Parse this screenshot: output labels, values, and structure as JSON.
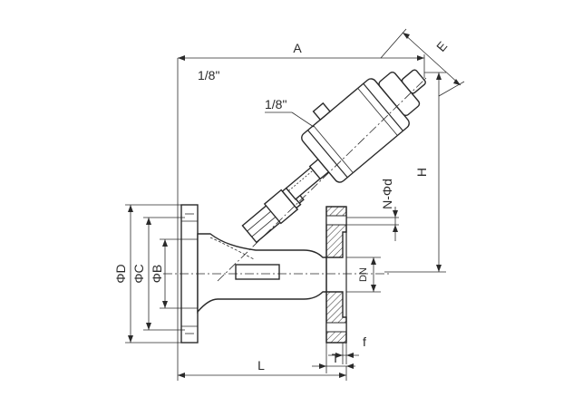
{
  "labels": {
    "A": "A",
    "E": "E",
    "H": "H",
    "L": "L",
    "T": "T",
    "f": "f",
    "DN": "DN",
    "phiD": "ΦD",
    "phiC": "ΦC",
    "phiB": "ΦB",
    "Nphid": "N-Φd",
    "port_top": "1/8\"",
    "port_side": "1/8\""
  },
  "colors": {
    "line": "#2a2a2a",
    "hatch_fill": "#d8d8d8",
    "background": "#ffffff"
  }
}
